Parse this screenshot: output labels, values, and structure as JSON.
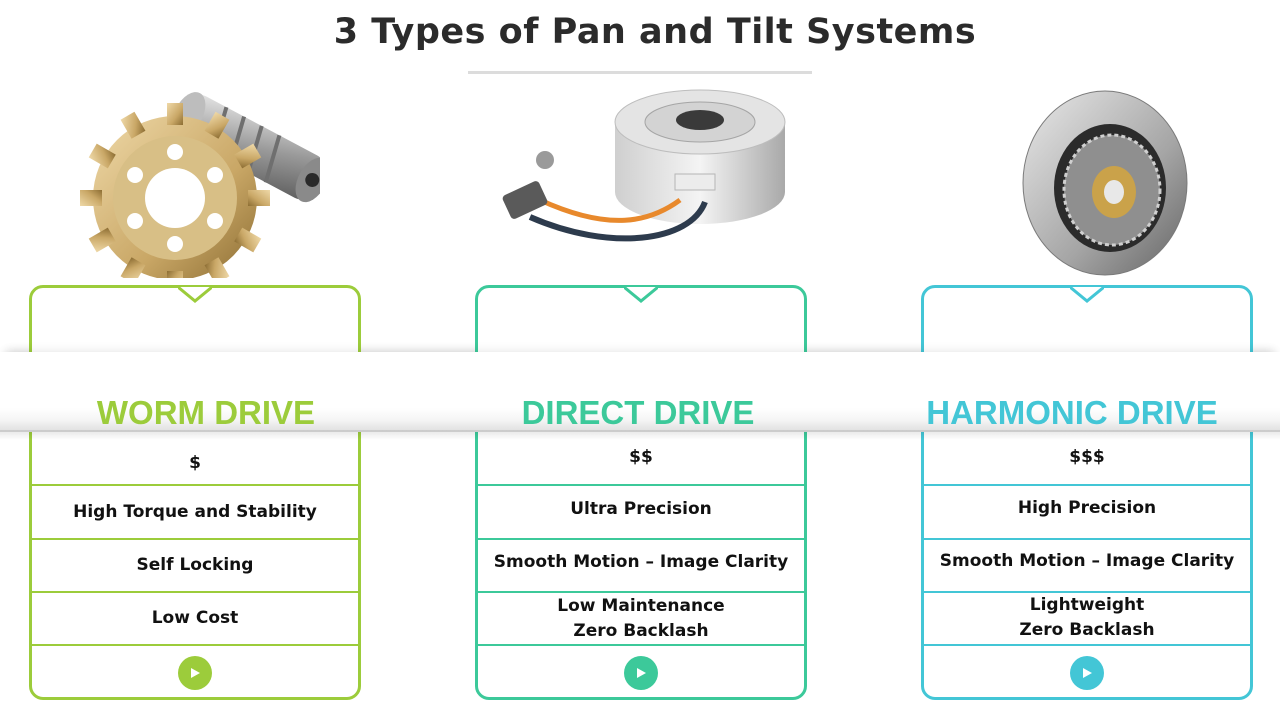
{
  "title": "3 Types of Pan and Tilt Systems",
  "colors": {
    "worm": "#9ccc3b",
    "direct": "#3cc99a",
    "harmonic": "#43c6d6"
  },
  "cards": [
    {
      "name": "WORM DRIVE",
      "price": "$",
      "features": [
        "High Torque and Stability",
        "Self Locking",
        "Low Cost"
      ]
    },
    {
      "name": "DIRECT DRIVE",
      "price": "$$",
      "features": [
        "Ultra Precision",
        "Smooth Motion – Image Clarity",
        "Low Maintenance",
        "Zero Backlash"
      ]
    },
    {
      "name": "HARMONIC DRIVE",
      "price": "$$$",
      "features": [
        "High Precision",
        "Smooth Motion – Image Clarity",
        "Lightweight",
        "Zero Backlash"
      ]
    }
  ]
}
